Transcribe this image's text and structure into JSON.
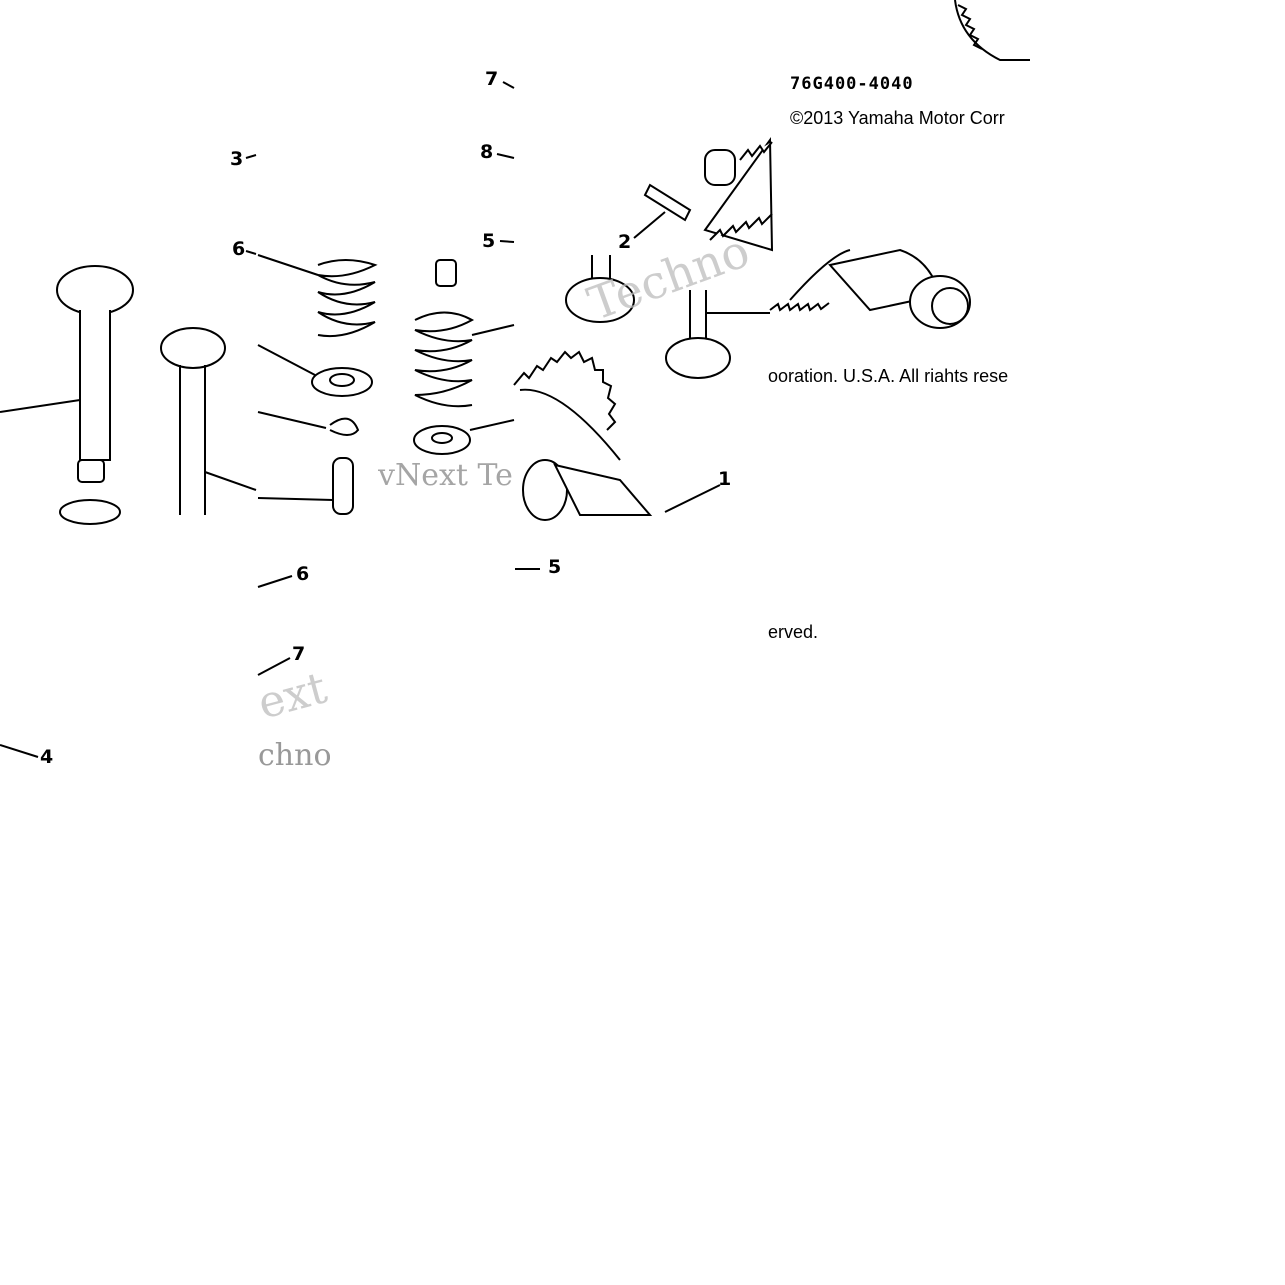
{
  "part_number": "76G400-4040",
  "copyright_line1": "©2013 Yamaha Motor Corr",
  "copyright_line2": "ooration. U.S.A. All riahts rese",
  "copyright_line3": "erved.",
  "watermarks": {
    "w1": "Techno",
    "w2": "vNext Te",
    "w3": "ext",
    "w4": "chno"
  },
  "callouts": {
    "c_top_7": "7",
    "c_top_8": "8",
    "c_top_5": "5",
    "c_top_3": "3",
    "c_top_6": "6",
    "c_top_2": "2",
    "c_mid_1": "1",
    "c_mid_5": "5",
    "c_mid_6": "6",
    "c_mid_7": "7",
    "c_mid_4": "4"
  }
}
